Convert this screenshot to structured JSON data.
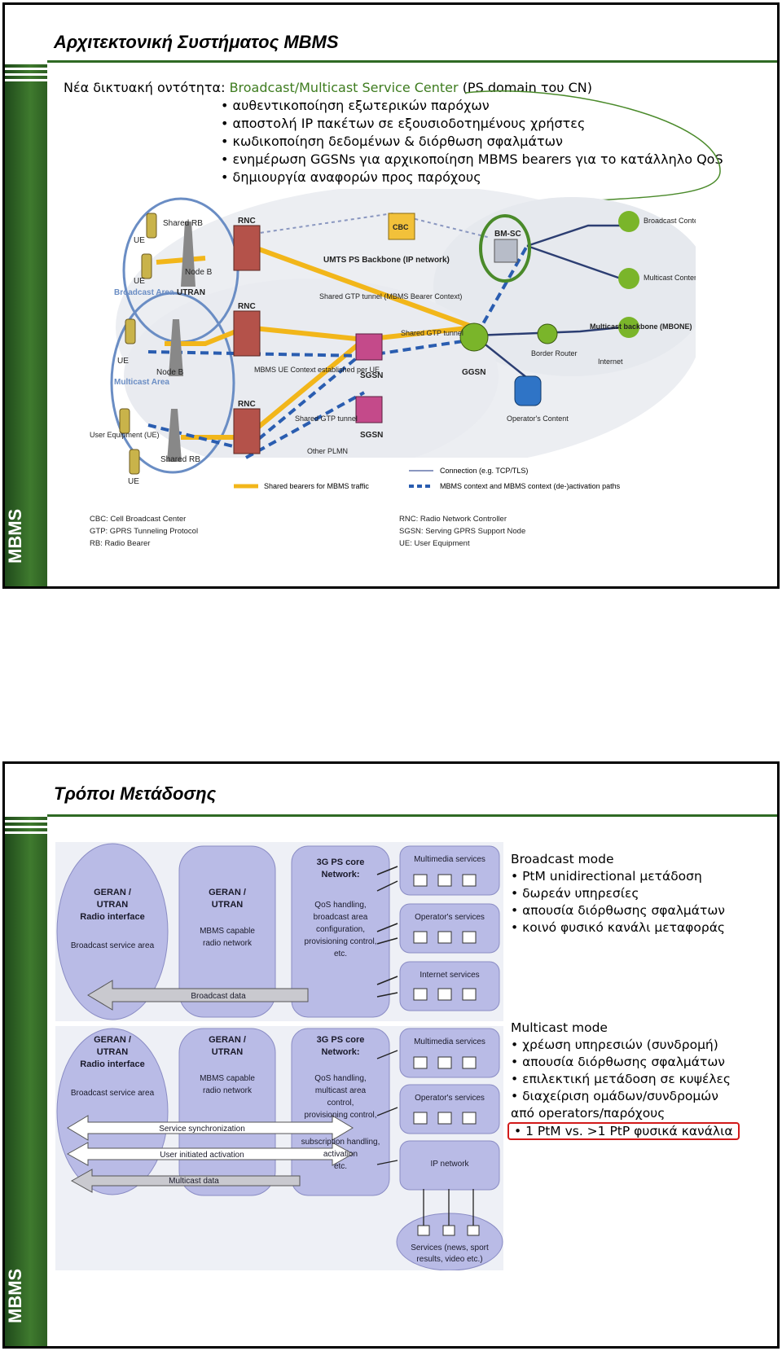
{
  "slide1": {
    "title": "Αρχιτεκτονική Συστήματος MBMS",
    "sidebar_label": "MBMS",
    "entity_prefix": "Νέα δικτυακή οντότητα:",
    "entity_name": "Broadcast/Multicast Service Center",
    "entity_suffix": "(PS domain του CN)",
    "bullets": [
      "• αυθεντικοποίηση εξωτερικών παρόχων",
      "• αποστολή IP πακέτων σε εξουσιοδοτημένους χρήστες",
      "• κωδικοποίηση δεδομένων & διόρθωση σφαλμάτων",
      "• ενημέρωση GGSNs για αρχικοποίηση MBMS bearers για το κατάλληλο QoS",
      "• δημιουργία αναφορών προς παρόχους"
    ],
    "diagram": {
      "ue": "UE",
      "shared_rb": "Shared RB",
      "node_b": "Node B",
      "utran": "UTRAN",
      "broadcast_area": "Broadcast Area",
      "multicast_area": "Multicast Area",
      "user_equipment": "User Equipment (UE)",
      "rnc": "RNC",
      "cbc": "CBC",
      "bmsc": "BM-SC",
      "backbone": "UMTS PS Backbone (IP network)",
      "shared_gtp_mbms": "Shared GTP tunnel (MBMS Bearer Context)",
      "shared_gtp": "Shared GTP tunnel",
      "mbms_ue_context": "MBMS UE Context established per UE",
      "sgsn": "SGSN",
      "ggsn": "GGSN",
      "border_router": "Border Router",
      "operators_content": "Operator's Content",
      "other_plmn": "Other PLMN",
      "broadcast_provider": "Broadcast Content Provider",
      "multicast_provider": "Multicast Content Provider",
      "mbone": "Multicast backbone (MBONE)",
      "internet": "Internet",
      "legend_connection": "Connection (e.g. TCP/TLS)",
      "legend_shared": "Shared bearers for MBMS traffic",
      "legend_context": "MBMS context and MBMS context (de-)activation paths",
      "abbr_left": [
        "CBC: Cell Broadcast Center",
        "GTP: GPRS Tunneling Protocol",
        "RB: Radio Bearer"
      ],
      "abbr_right": [
        "RNC: Radio Network Controller",
        "SGSN: Serving GPRS Support Node",
        "UE: User Equipment"
      ]
    }
  },
  "slide2": {
    "title": "Τρόποι Μετάδοσης",
    "sidebar_label": "MBMS",
    "broadcast_heading": "Broadcast mode",
    "broadcast_bullets": [
      "• PtM unidirectional μετάδοση",
      "• δωρεάν υπηρεσίες",
      "• απουσία διόρθωσης σφαλμάτων",
      "• κοινό φυσικό κανάλι μεταφοράς"
    ],
    "multicast_heading": "Multicast mode",
    "multicast_bullets": [
      "• χρέωση υπηρεσιών (συνδρομή)",
      "• απουσία διόρθωσης σφαλμάτων",
      "• επιλεκτική μετάδοση σε κυψέλες",
      "• διαχείριση ομάδων/συνδρομών",
      "από operators/παρόχους"
    ],
    "highlight": "• 1 PtM vs. >1 PtP φυσικά κανάλια",
    "d1": {
      "geran_radio": [
        "GERAN /",
        "UTRAN",
        "Radio interface"
      ],
      "broadcast_area": "Broadcast service area",
      "geran_net": [
        "GERAN /",
        "UTRAN"
      ],
      "mbms_radio": [
        "MBMS capable",
        "radio network"
      ],
      "core": [
        "3G PS core",
        "Network:"
      ],
      "core_desc": [
        "QoS handling,",
        "broadcast area",
        "configuration,",
        "provisioning control,",
        "etc."
      ],
      "multimedia": "Multimedia services",
      "operators": "Operator's services",
      "internet": "Internet services",
      "arrow": "Broadcast data"
    },
    "d2": {
      "geran_radio": [
        "GERAN /",
        "UTRAN",
        "Radio interface"
      ],
      "broadcast_area": "Broadcast service area",
      "geran_net": [
        "GERAN /",
        "UTRAN"
      ],
      "mbms_radio": [
        "MBMS capable",
        "radio network"
      ],
      "core": [
        "3G PS core",
        "Network:"
      ],
      "core_desc": [
        "QoS handling,",
        "multicast area",
        "control,",
        "provisioning control,",
        "subscription handling,",
        "activation",
        "etc."
      ],
      "multimedia": "Multimedia services",
      "operators": "Operator's services",
      "ip": "IP network",
      "arrow_sync": "Service synchronization",
      "arrow_user": "User initiated activation",
      "arrow_data": "Multicast data",
      "services": [
        "Services (news, sport",
        "results, video etc.)"
      ]
    },
    "colors": {
      "blob": "#b9bbe6",
      "accent_green": "#3e7c1f",
      "highlight_red": "#d21a1a"
    }
  }
}
